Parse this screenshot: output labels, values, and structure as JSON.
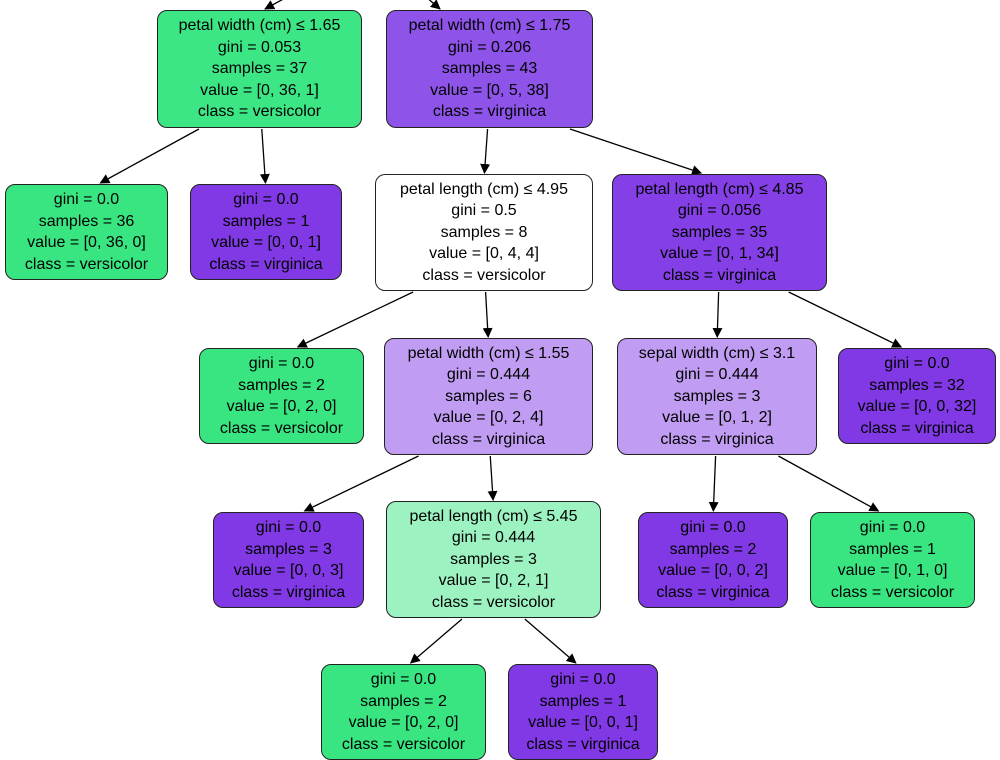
{
  "diagram": {
    "nodes": [
      {
        "id": "n1",
        "lines": [
          "petal width (cm) ≤ 1.65",
          "gini = 0.053",
          "samples = 37",
          "value = [0, 36, 1]",
          "class = versicolor"
        ],
        "color": "#3de684"
      },
      {
        "id": "n2",
        "lines": [
          "petal width (cm) ≤ 1.75",
          "gini = 0.206",
          "samples = 43",
          "value = [0, 5, 38]",
          "class = virginica"
        ],
        "color": "#8e53e8"
      },
      {
        "id": "n3",
        "lines": [
          "gini = 0.0",
          "samples = 36",
          "value = [0, 36, 0]",
          "class = versicolor"
        ],
        "color": "#39e581"
      },
      {
        "id": "n4",
        "lines": [
          "gini = 0.0",
          "samples = 1",
          "value = [0, 0, 1]",
          "class = virginica"
        ],
        "color": "#8139e5"
      },
      {
        "id": "n5",
        "lines": [
          "petal length (cm) ≤ 4.95",
          "gini = 0.5",
          "samples = 8",
          "value = [0, 4, 4]",
          "class = versicolor"
        ],
        "color": "#ffffff"
      },
      {
        "id": "n6",
        "lines": [
          "petal length (cm) ≤ 4.85",
          "gini = 0.056",
          "samples = 35",
          "value = [0, 1, 34]",
          "class = virginica"
        ],
        "color": "#853fe6"
      },
      {
        "id": "n7",
        "lines": [
          "gini = 0.0",
          "samples = 2",
          "value = [0, 2, 0]",
          "class = versicolor"
        ],
        "color": "#39e581"
      },
      {
        "id": "n8",
        "lines": [
          "petal width (cm) ≤ 1.55",
          "gini = 0.444",
          "samples = 6",
          "value = [0, 2, 4]",
          "class = virginica"
        ],
        "color": "#c09cf2"
      },
      {
        "id": "n9",
        "lines": [
          "sepal width (cm) ≤ 3.1",
          "gini = 0.444",
          "samples = 3",
          "value = [0, 1, 2]",
          "class = virginica"
        ],
        "color": "#c09cf2"
      },
      {
        "id": "n10",
        "lines": [
          "gini = 0.0",
          "samples = 32",
          "value = [0, 0, 32]",
          "class = virginica"
        ],
        "color": "#8139e5"
      },
      {
        "id": "n11",
        "lines": [
          "gini = 0.0",
          "samples = 3",
          "value = [0, 0, 3]",
          "class = virginica"
        ],
        "color": "#8139e5"
      },
      {
        "id": "n12",
        "lines": [
          "petal length (cm) ≤ 5.45",
          "gini = 0.444",
          "samples = 3",
          "value = [0, 2, 1]",
          "class = versicolor"
        ],
        "color": "#9cf2c0"
      },
      {
        "id": "n13",
        "lines": [
          "gini = 0.0",
          "samples = 2",
          "value = [0, 0, 2]",
          "class = virginica"
        ],
        "color": "#8139e5"
      },
      {
        "id": "n14",
        "lines": [
          "gini = 0.0",
          "samples = 1",
          "value = [0, 1, 0]",
          "class = versicolor"
        ],
        "color": "#39e581"
      },
      {
        "id": "n15",
        "lines": [
          "gini = 0.0",
          "samples = 2",
          "value = [0, 2, 0]",
          "class = versicolor"
        ],
        "color": "#39e581"
      },
      {
        "id": "n16",
        "lines": [
          "gini = 0.0",
          "samples = 1",
          "value = [0, 0, 1]",
          "class = virginica"
        ],
        "color": "#8139e5"
      }
    ],
    "edges": [
      {
        "from": "n1",
        "to": "n3"
      },
      {
        "from": "n1",
        "to": "n4"
      },
      {
        "from": "n2",
        "to": "n5"
      },
      {
        "from": "n2",
        "to": "n6"
      },
      {
        "from": "n5",
        "to": "n7"
      },
      {
        "from": "n5",
        "to": "n8"
      },
      {
        "from": "n6",
        "to": "n9"
      },
      {
        "from": "n6",
        "to": "n10"
      },
      {
        "from": "n8",
        "to": "n11"
      },
      {
        "from": "n8",
        "to": "n12"
      },
      {
        "from": "n9",
        "to": "n13"
      },
      {
        "from": "n9",
        "to": "n14"
      },
      {
        "from": "n12",
        "to": "n15"
      },
      {
        "from": "n12",
        "to": "n16"
      }
    ]
  }
}
